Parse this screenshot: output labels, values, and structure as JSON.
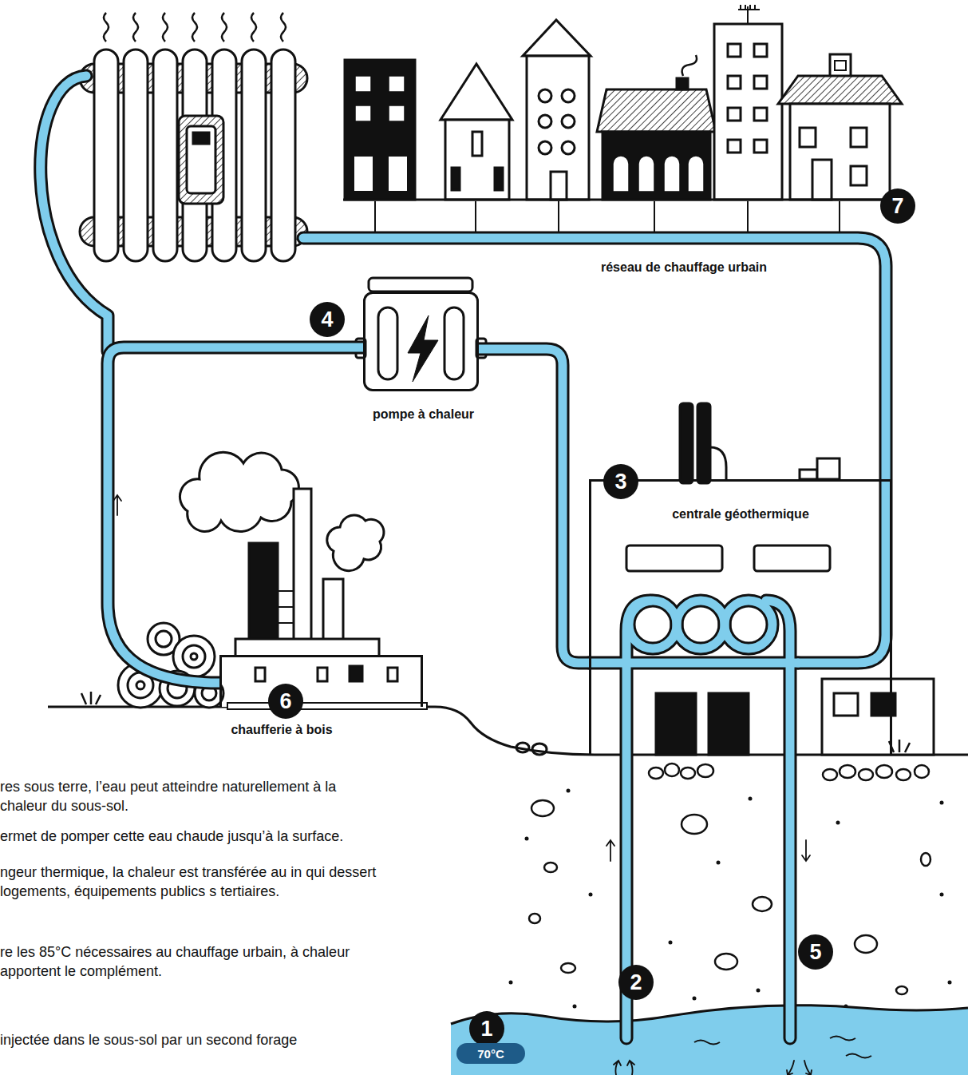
{
  "diagram": {
    "nodes": [
      {
        "text": [
          "7"
        ]
      },
      {
        "text": [
          "pompe à chaleur"
        ]
      },
      {
        "text": [
          "4"
        ]
      },
      {
        "text": [
          "centrale géothermique"
        ]
      },
      {
        "text": [
          "3"
        ],
        "in": 3
      },
      {
        "text": [
          "chaufferie à bois"
        ]
      },
      {
        "text": [
          "6"
        ],
        "in": 5
      },
      {
        "text": [
          "1"
        ]
      },
      {
        "text": [
          "70°C"
        ]
      },
      {
        "text": [
          "2"
        ]
      },
      {
        "text": [
          "5"
        ]
      }
    ],
    "edges": [
      {
        "from": 1,
        "to": 3,
        "arrow": "none"
      },
      {
        "from": 5,
        "to": 1,
        "arrow": "none"
      }
    ],
    "labels": [
      "réseau de chauffage urbain",
      "res sous terre, l’eau peut atteindre naturellement à la chaleur du sous-sol.",
      "ermet de pomper cette eau chaude jusqu’à la surface.",
      "ngeur thermique, la chaleur est transférée au in qui dessert logements, équipements publics s tertiaires.",
      "re les 85°C nécessaires au chauffage urbain, à chaleur apportent le complément.",
      "injectée dans le sous-sol par un second forage"
    ]
  }
}
